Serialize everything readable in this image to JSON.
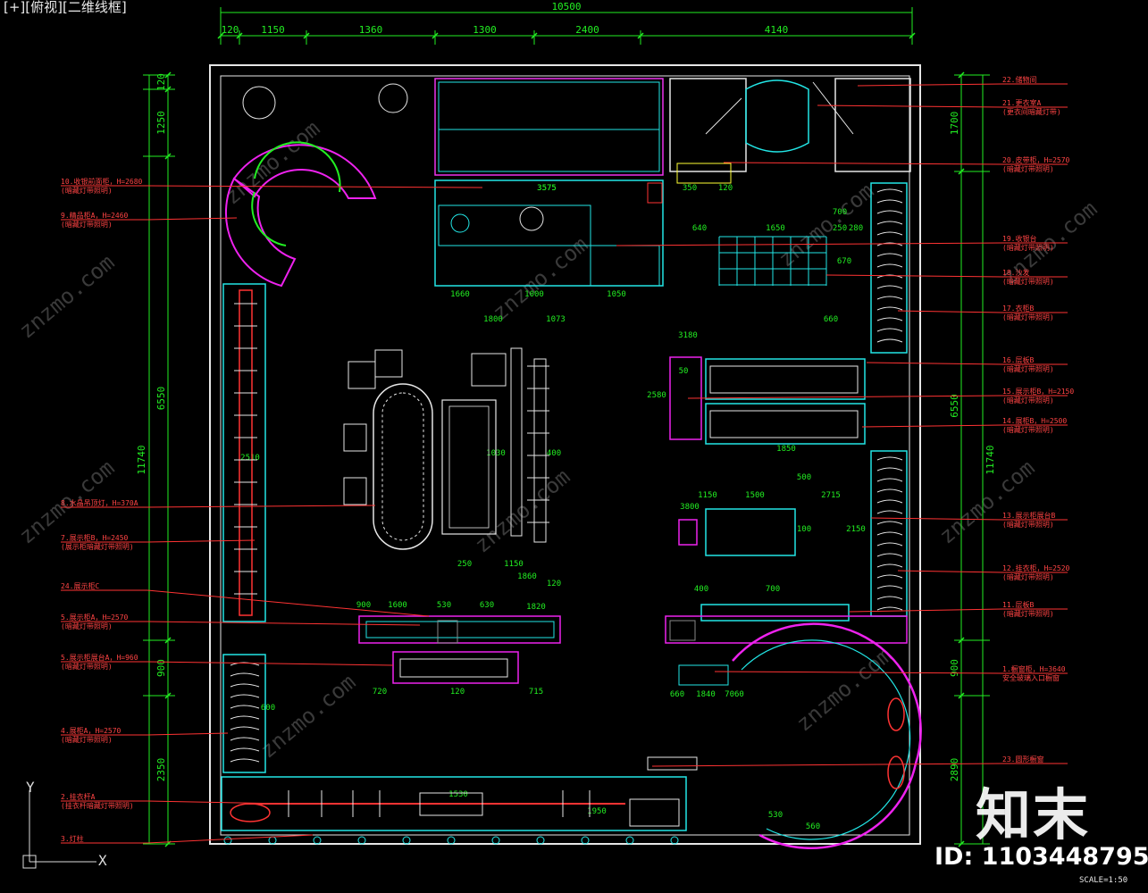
{
  "view_label": "[+][俯视][二维线框]",
  "watermark": {
    "brand": "知末",
    "id_text": "ID: 1103448795",
    "site": "znzmo.com",
    "scale": "SCALE=1:50"
  },
  "colors": {
    "wall": "#e6e6e6",
    "dim": "#22ee22",
    "leader": "#ff3333",
    "text": "#ff4444",
    "cyan": "#22e6e6",
    "magenta": "#ee22ee",
    "yellow": "#ffff33",
    "background": "#000000"
  },
  "top_dims": {
    "overall": "10500",
    "segments": [
      "120",
      "1150",
      "1360",
      "1300",
      "2400",
      "4140"
    ]
  },
  "left_dims": {
    "overall": "11740",
    "segments": [
      "120",
      "1250",
      "6550",
      "900",
      "2350"
    ]
  },
  "right_dims": {
    "overall": "11740",
    "segments": [
      "1700",
      "6550",
      "900",
      "2890"
    ]
  },
  "interior_dims": [
    "3575",
    "350",
    "120",
    "640",
    "1650",
    "250",
    "280",
    "700",
    "670",
    "1660",
    "1000",
    "1050",
    "1800",
    "1073",
    "660",
    "3180",
    "2510",
    "1030",
    "400",
    "2580",
    "50",
    "1850",
    "1150",
    "1500",
    "2715",
    "500",
    "2150",
    "400",
    "700",
    "3800",
    "100",
    "250",
    "1150",
    "1860",
    "120",
    "630",
    "900",
    "1600",
    "530",
    "1820",
    "720",
    "120",
    "715",
    "660",
    "1840",
    "7060",
    "600",
    "1530",
    "1950",
    "530",
    "560"
  ],
  "left_labels": [
    {
      "title": "10.收银前面柜，H=2680",
      "sub": "(暗藏灯带照明)"
    },
    {
      "title": "9.精品柜A，H=2460",
      "sub": "(暗藏灯带照明)"
    },
    {
      "title": "8.水晶吊顶灯，H=370A",
      "sub": ""
    },
    {
      "title": "7.展示柜B，H=2450",
      "sub": "(展示柜暗藏灯带照明)"
    },
    {
      "title": "24.展示柜C",
      "sub": ""
    },
    {
      "title": "5.展示柜A，H=2570",
      "sub": "(暗藏灯带照明)"
    },
    {
      "title": "5.展示柜展台A，H=960",
      "sub": "(暗藏灯带照明)"
    },
    {
      "title": "4.展柜A，H=2570",
      "sub": "(暗藏灯带照明)"
    },
    {
      "title": "2.挂衣杆A",
      "sub": "(挂衣杆暗藏灯带照明)"
    },
    {
      "title": "3.灯柱",
      "sub": ""
    }
  ],
  "right_labels": [
    {
      "title": "22.储物间",
      "sub": ""
    },
    {
      "title": "21.更衣室A",
      "sub": "(更衣间暗藏灯带)"
    },
    {
      "title": "20.皮带柜，H=2570",
      "sub": "(暗藏灯带照明)"
    },
    {
      "title": "19.收银台",
      "sub": "(暗藏灯带照明)"
    },
    {
      "title": "18.沙发",
      "sub": "(暗藏灯带照明)"
    },
    {
      "title": "17.衣柜B",
      "sub": "(暗藏灯带照明)"
    },
    {
      "title": "16.层板B",
      "sub": "(暗藏灯带照明)"
    },
    {
      "title": "15.展示柜B，H=2150",
      "sub": "(暗藏灯带照明)"
    },
    {
      "title": "14.展柜B，H=2500",
      "sub": "(暗藏灯带照明)"
    },
    {
      "title": "13.展示柜展台B",
      "sub": "(暗藏灯带照明)"
    },
    {
      "title": "12.挂衣柜，H=2520",
      "sub": "(暗藏灯带照明)"
    },
    {
      "title": "11.层板B",
      "sub": "(暗藏灯带照明)"
    },
    {
      "title": "1.橱窗柜，H=3640",
      "sub": "安全玻璃入口橱窗"
    },
    {
      "title": "23.圆形橱窗",
      "sub": ""
    }
  ]
}
